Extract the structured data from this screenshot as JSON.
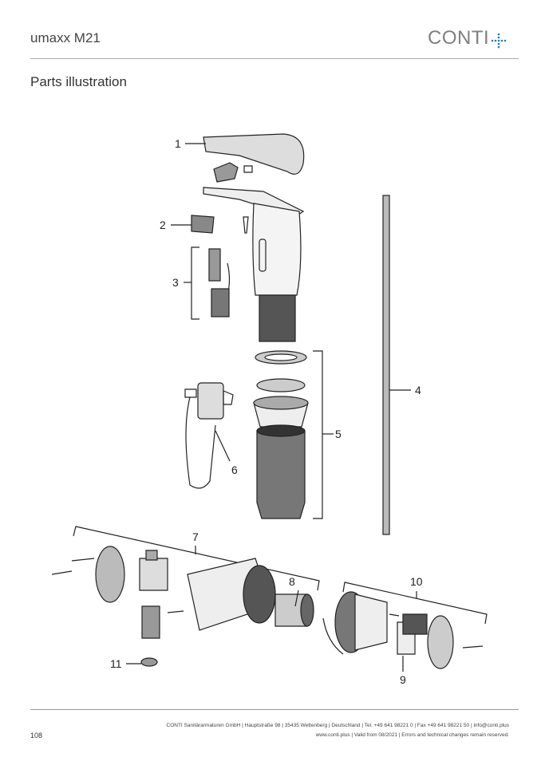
{
  "header": {
    "title": "umaxx M21",
    "logo_text": "CONTI",
    "logo_mark": "+"
  },
  "section_title": "Parts illustration",
  "callouts": {
    "1": "1",
    "2": "2",
    "3": "3",
    "4": "4",
    "5": "5",
    "6": "6",
    "7": "7",
    "8": "8",
    "9": "9",
    "10": "10",
    "11": "11"
  },
  "footer": {
    "page_number": "108",
    "line1": "CONTI Sanitärarmaturen GmbH | Hauptstraße 98 | 35435 Wettenberg | Deutschland | Tel. +49 641 98221 0 | Fax +49 641 98221 50 | info@conti.plus",
    "line2": "www.conti.plus | Valid from 08/2021 | Errors and technical changes remain reserved."
  },
  "colors": {
    "accent": "#1a7fc1",
    "rule": "#aaaaaa"
  }
}
